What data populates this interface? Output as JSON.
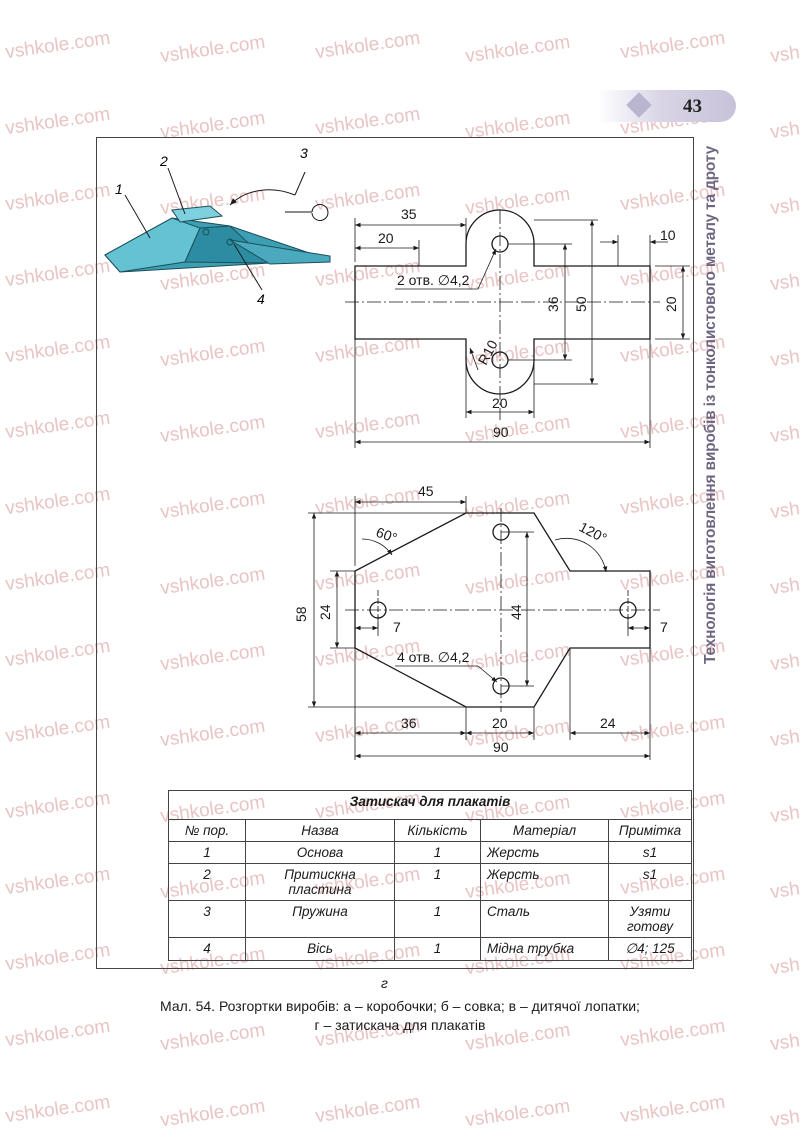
{
  "watermark": "vshkole.com",
  "page_number": "43",
  "side_title": "Технологія виготовлення виробів із тонколистового металу та дроту",
  "drawing_top": {
    "callouts": [
      "1",
      "2",
      "3",
      "4"
    ],
    "dims": {
      "d35": "35",
      "d20_top": "20",
      "d10": "10",
      "holes": "2 отв. ∅4,2",
      "d36": "36",
      "d50": "50",
      "d20_right": "20",
      "r10": "R10",
      "d20_bottom": "20",
      "d90": "90"
    }
  },
  "drawing_bottom": {
    "dims": {
      "d45": "45",
      "a60": "60°",
      "a120": "120°",
      "d58": "58",
      "d24_left": "24",
      "d44": "44",
      "d7_left": "7",
      "d7_right": "7",
      "holes": "4 отв. ∅4,2",
      "d36": "36",
      "d20": "20",
      "d24_bottom": "24",
      "d90": "90"
    }
  },
  "parts_table": {
    "title": "Затискач для плакатів",
    "headers": [
      "№ пор.",
      "Назва",
      "Кількість",
      "Матеріал",
      "Примітка"
    ],
    "rows": [
      [
        "1",
        "Основа",
        "1",
        "Жерсть",
        "s1"
      ],
      [
        "2",
        "Притискна пластина",
        "1",
        "Жерсть",
        "s1"
      ],
      [
        "3",
        "Пружина",
        "1",
        "Сталь",
        "Узяти готову"
      ],
      [
        "4",
        "Вісь",
        "1",
        "Мідна трубка",
        "∅4; 125"
      ]
    ]
  },
  "figure_letter": "г",
  "caption_line1": "Мал. 54. Розгортки виробів: а – коробочки; б – совка; в – дитячої лопатки;",
  "caption_line2": "г – затискача для плакатів"
}
